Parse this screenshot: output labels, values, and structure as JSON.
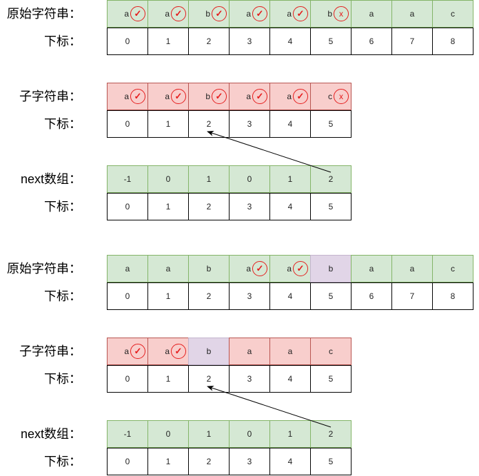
{
  "colors": {
    "match": "#d5e8d4",
    "pattern": "#f8cecc",
    "mismatch": "#e1d5e7",
    "mark": "#e51c1c"
  },
  "icons": {
    "check": "check-circle-icon",
    "x": "x-circle-icon"
  },
  "rows": [
    {
      "label": "原始字符串：",
      "style": "green",
      "cells": [
        {
          "v": "a",
          "m": "check"
        },
        {
          "v": "a",
          "m": "check"
        },
        {
          "v": "b",
          "m": "check"
        },
        {
          "v": "a",
          "m": "check"
        },
        {
          "v": "a",
          "m": "check"
        },
        {
          "v": "b",
          "m": "x"
        },
        {
          "v": "a"
        },
        {
          "v": "a"
        },
        {
          "v": "c"
        }
      ]
    },
    {
      "label": "下标：",
      "style": "index",
      "cells": [
        {
          "v": "0"
        },
        {
          "v": "1"
        },
        {
          "v": "2"
        },
        {
          "v": "3"
        },
        {
          "v": "4"
        },
        {
          "v": "5"
        },
        {
          "v": "6"
        },
        {
          "v": "7"
        },
        {
          "v": "8"
        }
      ]
    },
    {
      "label": "子字符串：",
      "style": "red",
      "cells": [
        {
          "v": "a",
          "m": "check"
        },
        {
          "v": "a",
          "m": "check"
        },
        {
          "v": "b",
          "m": "check"
        },
        {
          "v": "a",
          "m": "check"
        },
        {
          "v": "a",
          "m": "check"
        },
        {
          "v": "c",
          "m": "x"
        }
      ]
    },
    {
      "label": "下标：",
      "style": "index",
      "cells": [
        {
          "v": "0"
        },
        {
          "v": "1"
        },
        {
          "v": "2"
        },
        {
          "v": "3"
        },
        {
          "v": "4"
        },
        {
          "v": "5"
        }
      ]
    },
    {
      "label": "next数组：",
      "style": "green",
      "cells": [
        {
          "v": "-1"
        },
        {
          "v": "0"
        },
        {
          "v": "1"
        },
        {
          "v": "0"
        },
        {
          "v": "1"
        },
        {
          "v": "2"
        }
      ]
    },
    {
      "label": "下标：",
      "style": "index",
      "cells": [
        {
          "v": "0"
        },
        {
          "v": "1"
        },
        {
          "v": "2"
        },
        {
          "v": "3"
        },
        {
          "v": "4"
        },
        {
          "v": "5"
        }
      ]
    },
    {
      "label": "原始字符串：",
      "style": "green",
      "cells": [
        {
          "v": "a"
        },
        {
          "v": "a"
        },
        {
          "v": "b"
        },
        {
          "v": "a",
          "m": "check"
        },
        {
          "v": "a",
          "m": "check"
        },
        {
          "v": "b",
          "s": "purple"
        },
        {
          "v": "a"
        },
        {
          "v": "a"
        },
        {
          "v": "c"
        }
      ]
    },
    {
      "label": "下标：",
      "style": "index",
      "cells": [
        {
          "v": "0"
        },
        {
          "v": "1"
        },
        {
          "v": "2"
        },
        {
          "v": "3"
        },
        {
          "v": "4"
        },
        {
          "v": "5"
        },
        {
          "v": "6"
        },
        {
          "v": "7"
        },
        {
          "v": "8"
        }
      ]
    },
    {
      "label": "子字符串：",
      "style": "red",
      "cells": [
        {
          "v": "a",
          "m": "check"
        },
        {
          "v": "a",
          "m": "check"
        },
        {
          "v": "b",
          "s": "purple"
        },
        {
          "v": "a"
        },
        {
          "v": "a"
        },
        {
          "v": "c"
        }
      ]
    },
    {
      "label": "下标：",
      "style": "index",
      "cells": [
        {
          "v": "0"
        },
        {
          "v": "1"
        },
        {
          "v": "2"
        },
        {
          "v": "3"
        },
        {
          "v": "4"
        },
        {
          "v": "5"
        }
      ]
    },
    {
      "label": "next数组：",
      "style": "green",
      "cells": [
        {
          "v": "-1"
        },
        {
          "v": "0"
        },
        {
          "v": "1"
        },
        {
          "v": "0"
        },
        {
          "v": "1"
        },
        {
          "v": "2"
        }
      ]
    },
    {
      "label": "下标：",
      "style": "index",
      "cells": [
        {
          "v": "0"
        },
        {
          "v": "1"
        },
        {
          "v": "2"
        },
        {
          "v": "3"
        },
        {
          "v": "4"
        },
        {
          "v": "5"
        }
      ]
    }
  ],
  "mark_glyphs": {
    "check": "✓",
    "x": "x"
  }
}
